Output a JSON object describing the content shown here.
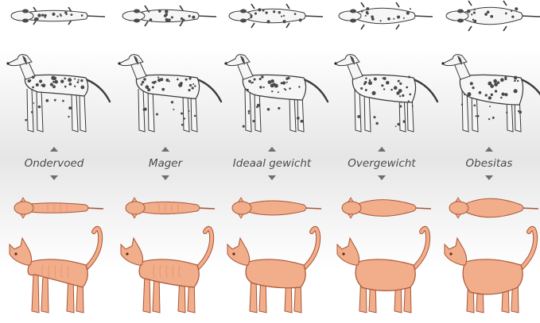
{
  "stages": [
    {
      "label": "Ondervoed",
      "body_width": 0.0
    },
    {
      "label": "Mager",
      "body_width": 0.25
    },
    {
      "label": "Ideaal gewicht",
      "body_width": 0.5
    },
    {
      "label": "Overgewicht",
      "body_width": 0.75
    },
    {
      "label": "Obesitas",
      "body_width": 1.0
    }
  ],
  "colors": {
    "dog_fill": "#f6f6f6",
    "dog_spot": "#4a4a4a",
    "dog_outline": "#3a3a3a",
    "cat_fill": "#f2ad8a",
    "cat_shade": "#e59875",
    "cat_outline": "#a8583a",
    "label_text": "#4a4a4a",
    "arrow": "#6e6e6e"
  },
  "icons": {
    "dog_top": "dalmatian-top-view-icon",
    "dog_side": "dalmatian-side-view-icon",
    "cat_top": "cat-top-view-icon",
    "cat_side": "cat-side-view-icon"
  }
}
